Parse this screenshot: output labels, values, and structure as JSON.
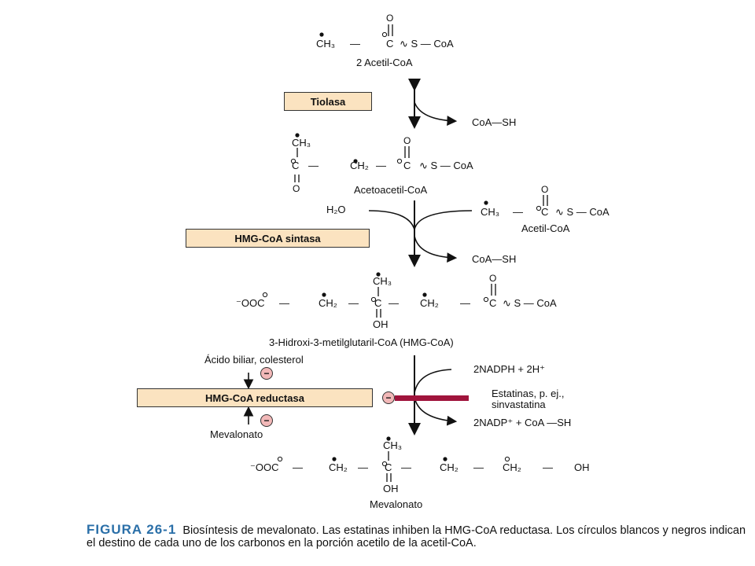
{
  "diagram": {
    "molecules": {
      "acetyl_coa": {
        "oxygen": "O",
        "ch3": "CH₃",
        "dash1": "—",
        "carbon": "C",
        "link": "∿ S — CoA",
        "name": "2 Acetil-CoA"
      },
      "acetoacetyl_coa": {
        "ch3": "CH₃",
        "carbon1": "C",
        "dash1": "—",
        "oxygen1": "O",
        "ch2": "CH₂",
        "dash2": "—",
        "oxygen2": "O",
        "carbon2": "C",
        "link": "∿ S — CoA",
        "name": "Acetoacetil-CoA"
      },
      "acetyl_coa_side": {
        "oxygen": "O",
        "ch3": "CH₃",
        "dash1": "—",
        "carbon": "C",
        "link": "∿ S — CoA",
        "name": "Acetil-CoA"
      },
      "hmg_coa": {
        "ch3": "CH₃",
        "oxygen": "O",
        "carboxyl": "⁻OOC",
        "dash1": "—",
        "ch2a": "CH₂",
        "dash2": "—",
        "carbon": "C",
        "dash3": "—",
        "ch2b": "CH₂",
        "dash4": "—",
        "carbon2": "C",
        "link": "∿ S — CoA",
        "oh": "OH",
        "name": "3-Hidroxi-3-metilglutaril-CoA (HMG-CoA)"
      },
      "mevalonate": {
        "ch3": "CH₃",
        "carboxyl": "⁻OOC",
        "dash1": "—",
        "ch2a": "CH₂",
        "dash2": "—",
        "carbon": "C",
        "dash3": "—",
        "ch2b": "CH₂",
        "dash4": "—",
        "ch2c": "CH₂",
        "dash5": "—",
        "end": "OH",
        "oh": "OH",
        "name": "Mevalonato"
      }
    },
    "enzymes": {
      "tiolasa": "Tiolasa",
      "hmg_coa_sintasa": "HMG-CoA sintasa",
      "hmg_coa_reductasa": "HMG-CoA reductasa"
    },
    "side_products": {
      "coa_sh_1": "CoA—SH",
      "h2o": "H₂O",
      "coa_sh_2": "CoA—SH",
      "nadph": "2NADPH + 2H⁺",
      "nadp": "2NADP⁺ + CoA —SH"
    },
    "regulators": {
      "feedback_top": "Ácido biliar, colesterol",
      "feedback_bottom": "Mevalonato",
      "statins": "Estatinas, p. ej., sinvastatina",
      "minus": "−"
    },
    "colors": {
      "enzyme_box": "#fbe3c0",
      "inhibition_bar": "#a0143c",
      "inhibitor_circle": "#f2b8b8",
      "figure_label": "#2a6fa8"
    }
  },
  "caption": {
    "label": "FIGURA 26-1",
    "text": "Biosíntesis de mevalonato. Las estatinas inhiben la HMG-CoA reductasa. Los círculos blancos y negros indican el destino de cada uno de los carbonos en la porción acetilo de la acetil-CoA."
  }
}
